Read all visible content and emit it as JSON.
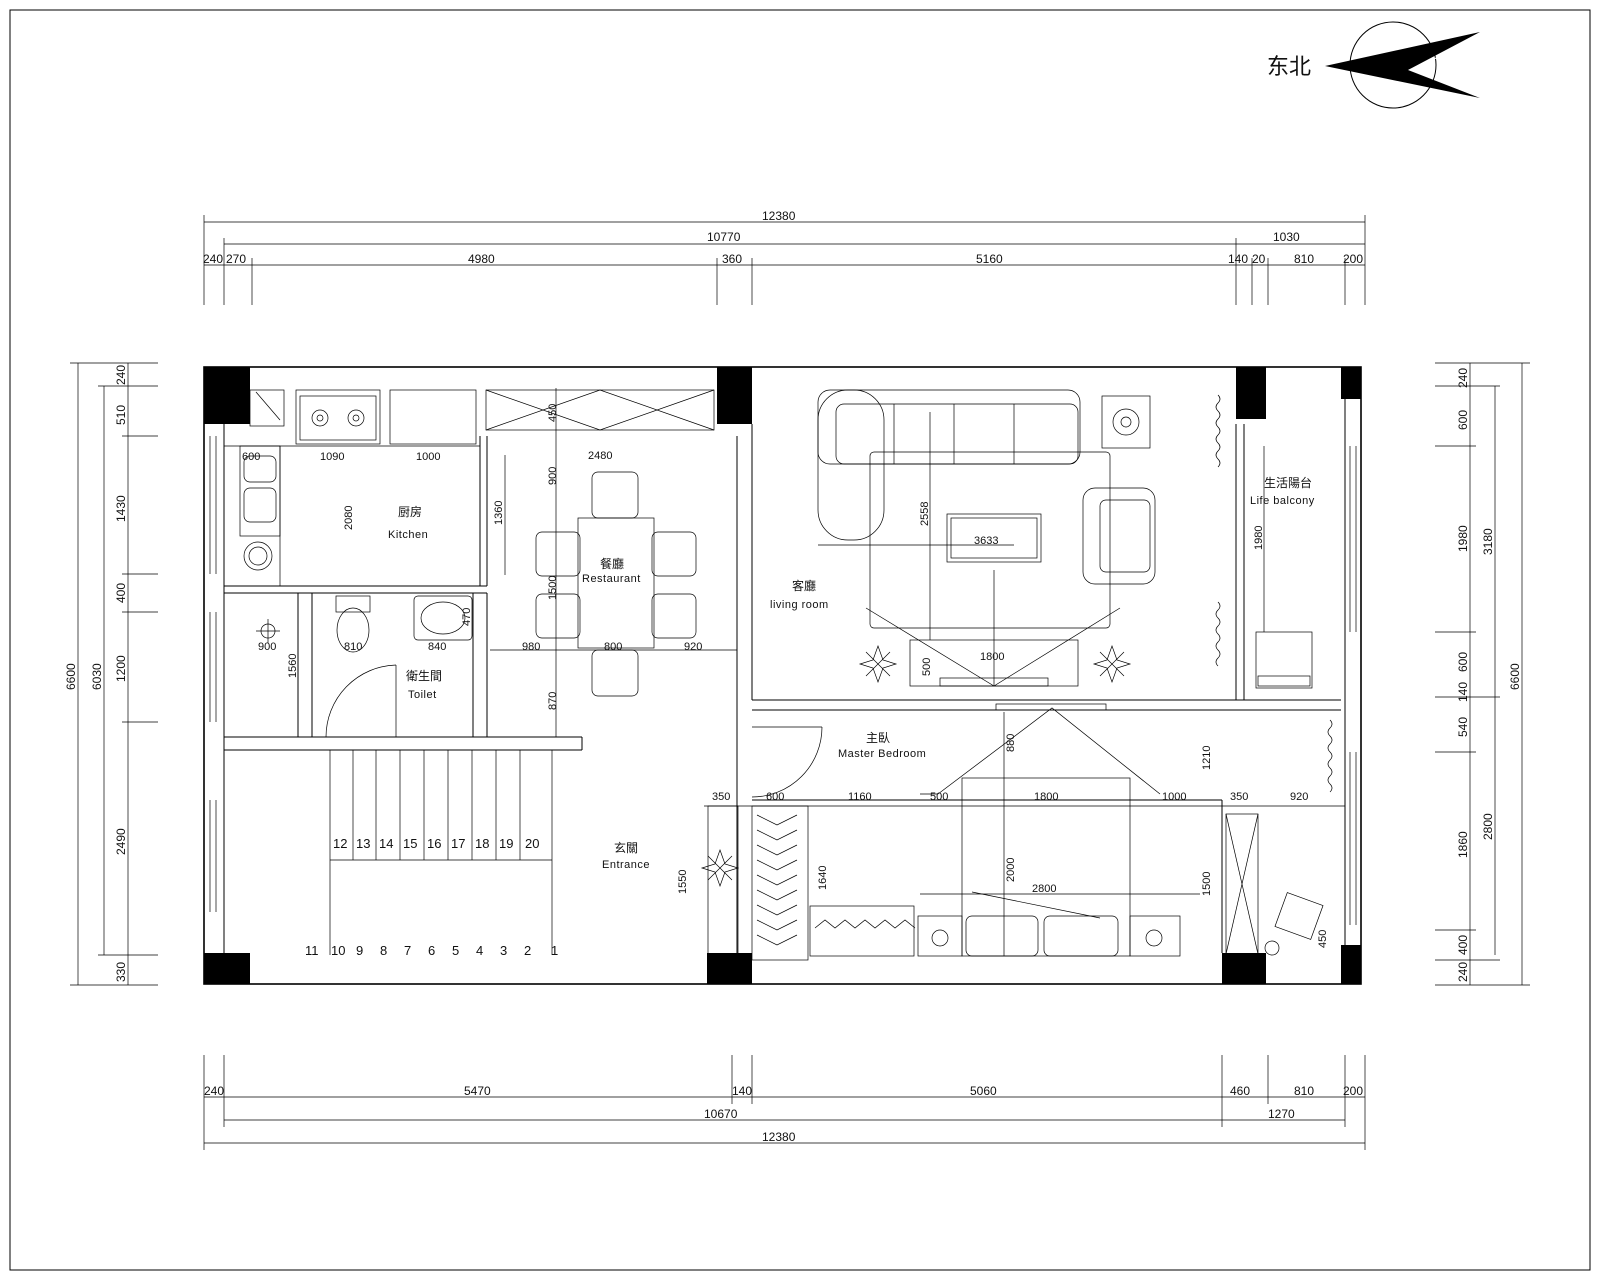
{
  "north_label": "东北",
  "rooms": {
    "kitchen": {
      "cn": "厨房",
      "en": "Kitchen"
    },
    "restaurant": {
      "cn": "餐廳",
      "en": "Restaurant"
    },
    "living": {
      "cn": "客廳",
      "en": "living room"
    },
    "balcony": {
      "cn": "生活陽台",
      "en": "Life balcony"
    },
    "toilet": {
      "cn": "衛生間",
      "en": "Toilet"
    },
    "master": {
      "cn": "主臥",
      "en": "Master Bedroom"
    },
    "entrance": {
      "cn": "玄關",
      "en": "Entrance"
    }
  },
  "dims": {
    "top_total": "12380",
    "top_mid_a": "10770",
    "top_mid_b": "1030",
    "top_240": "240",
    "top_270": "270",
    "top_4980": "4980",
    "top_360": "360",
    "top_5160": "5160",
    "top_140": "140",
    "top_20": "20",
    "top_810": "810",
    "top_200": "200",
    "bot_240": "240",
    "bot_5470": "5470",
    "bot_140": "140",
    "bot_5060": "5060",
    "bot_460": "460",
    "bot_810": "810",
    "bot_200": "200",
    "bot_10670": "10670",
    "bot_1270": "1270",
    "bot_total": "12380",
    "left_total": "6600",
    "left_6030": "6030",
    "left_240": "240",
    "left_510": "510",
    "left_1430": "1430",
    "left_400": "400",
    "left_1200": "1200",
    "left_2490": "2490",
    "left_330": "330",
    "right_total": "6600",
    "right_3180": "3180",
    "right_2800": "2800",
    "right_240a": "240",
    "right_600a": "600",
    "right_1980": "1980",
    "right_600b": "600",
    "right_140": "140",
    "right_540": "540",
    "right_1860": "1860",
    "right_400": "400",
    "right_240b": "240"
  },
  "inner_dims": {
    "k600": "600",
    "k1090": "1090",
    "k1000": "1000",
    "k2080": "2080",
    "k1360": "1360",
    "k2480": "2480",
    "d450": "450",
    "d900": "900",
    "d1500": "1500",
    "d980": "980",
    "d800": "800",
    "d920": "920",
    "d870": "870",
    "t810": "810",
    "t840": "840",
    "t470": "470",
    "t900": "900",
    "t1560": "1560",
    "l2558": "2558",
    "l3633": "3633",
    "l1800": "1800",
    "l500": "500",
    "b1980": "1980",
    "m880": "880",
    "m1210": "1210",
    "m350a": "350",
    "m600": "600",
    "m1160": "1160",
    "m500": "500",
    "m1800": "1800",
    "m1000": "1000",
    "m350b": "350",
    "m920": "920",
    "m2000": "2000",
    "m2800": "2800",
    "m1500": "1500",
    "m1640": "1640",
    "m1550": "1550",
    "m450": "450"
  },
  "stairs": {
    "upper": [
      "12",
      "13",
      "14",
      "15",
      "16",
      "17",
      "18",
      "19",
      "20"
    ],
    "lower": [
      "11",
      "10",
      "9",
      "8",
      "7",
      "6",
      "5",
      "4",
      "3",
      "2",
      "1"
    ]
  }
}
